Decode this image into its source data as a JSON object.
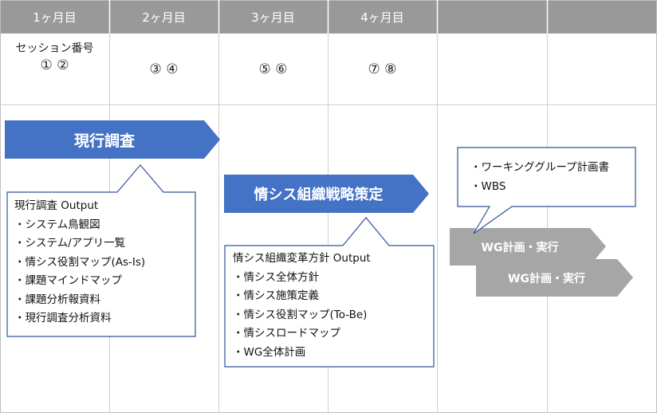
{
  "header": {
    "months": [
      "1ヶ月目",
      "2ヶ月目",
      "3ヶ月目",
      "4ヶ月目",
      "",
      ""
    ]
  },
  "sessions": {
    "label": "セッション番号",
    "col1": "① ②",
    "col2": "③ ④",
    "col3": "⑤ ⑥",
    "col4": "⑦ ⑧"
  },
  "phases": {
    "current_survey": "現行調査",
    "strategy": "情シス組織戦略策定",
    "wg1": "WG計画・実行",
    "wg2": "WG計画・実行"
  },
  "callouts": {
    "survey_output": {
      "title": "現行調査 Output",
      "items": [
        "・システム鳥観図",
        "・システム/アプリ一覧",
        "・情シス役割マップ(As-Is)",
        "・課題マインドマップ",
        "・課題分析報資料",
        "・現行調査分析資料"
      ]
    },
    "strategy_output": {
      "title": "情シス組織変革方針 Output",
      "items": [
        "・情シス全体方針",
        "・情シス施策定義",
        "・情シス役割マップ(To-Be)",
        "・情シスロードマップ",
        "・WG全体計画"
      ]
    },
    "wg_output": {
      "items": [
        "・ワーキンググループ計画書",
        "・WBS"
      ]
    }
  },
  "colors": {
    "header_gray": "#999999",
    "grid_line": "#d0d0d0",
    "blue_arrow": "#4472c4",
    "blue_border": "#2f5597",
    "gray_arrow": "#a6a6a6"
  }
}
